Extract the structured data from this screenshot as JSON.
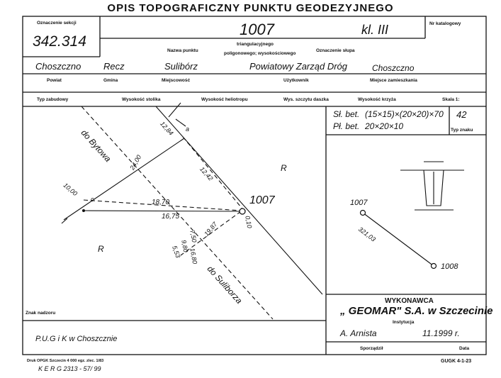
{
  "header": {
    "title": "OPIS TOPOGRAFICZNY PUNKTU GEODEZYJNEGO",
    "sekcja_label": "Oznaczenie sekcji",
    "sekcja_value": "342.314",
    "punkt_value": "1007",
    "klasa_value": "kl. III",
    "nr_katalogowy_label": "Nr katalogowy",
    "nazwa_punktu_label": "Nazwa punktu",
    "punkt_type_1": "triangulacyjnego",
    "punkt_type_2": "poligonowego; wysokościowego",
    "oznaczenie_slupa_label": "Oznaczenie słupa"
  },
  "location": {
    "powiat_value": "Choszczno",
    "gmina_value": "Recz",
    "miejscowosc_value": "Sulibórz",
    "uzytkownik_value": "Powiatowy Zarząd Dróg",
    "zamieszkania_value": "Choszczno",
    "powiat_label": "Powiat",
    "gmina_label": "Gmina",
    "miejscowosc_label": "Miejscowość",
    "uzytkownik_label": "Użytkownik",
    "zamieszkania_label": "Miejsce zamieszkania"
  },
  "specs": {
    "typ_zabudowy": "Typ zabudowy",
    "wys_stolika": "Wysokość stolika",
    "wys_heliotropu": "Wysokość heliotropu",
    "wys_szczytu": "Wys. szczytu daszka",
    "wys_krzyza": "Wysokość krzyża",
    "skala": "Skala 1:",
    "sl_bet": "Sł. bet.",
    "sl_bet_value": "(15×15)×(20×20)×70",
    "pl_bet": "Pł. bet.",
    "pl_bet_value": "20×20×10",
    "typ_znaku_value": "42",
    "typ_znaku_label": "Typ znaku"
  },
  "sketch": {
    "road_1": "do Bytowa",
    "road_2": "do Suliborza",
    "point": "1007",
    "m_1284": "12,84",
    "m_1242": "12,42",
    "m_1870": "18,70",
    "m_1675": "16,75",
    "m_1987": "19,87",
    "m_1000": "10,00",
    "m_010": "0,10",
    "m_2400": "24,00",
    "m_750": "7,50",
    "m_553": "5,53",
    "m_980": "9,80",
    "m_1680": "16,80",
    "r_1": "R",
    "r_2": "R",
    "a_label": "a",
    "c_label": "c"
  },
  "right_sketch": {
    "p1": "1007",
    "p2": "1008",
    "dist": "321,03"
  },
  "footer": {
    "znak_label": "Znak nadzoru",
    "znak_value": "P.U.G i K w Choszcznie",
    "wykonawca_label": "WYKONAWCA",
    "wykonawca_value": "„ GEOMAR\" S.A. w Szczecinie",
    "instytucja_label": "Instytucja",
    "sporzadzil_value": "A. Arnista",
    "date_value": "11.1999 r.",
    "sporzadzil_label": "Sporządził",
    "data_label": "Data",
    "druk_text": "Druk OPGK Szczecin 4 000 egz. zlec. 1/83",
    "kerg_text": "K E R G   2313 - 57/ 99",
    "gugk_text": "GUGK 4-1-23"
  }
}
